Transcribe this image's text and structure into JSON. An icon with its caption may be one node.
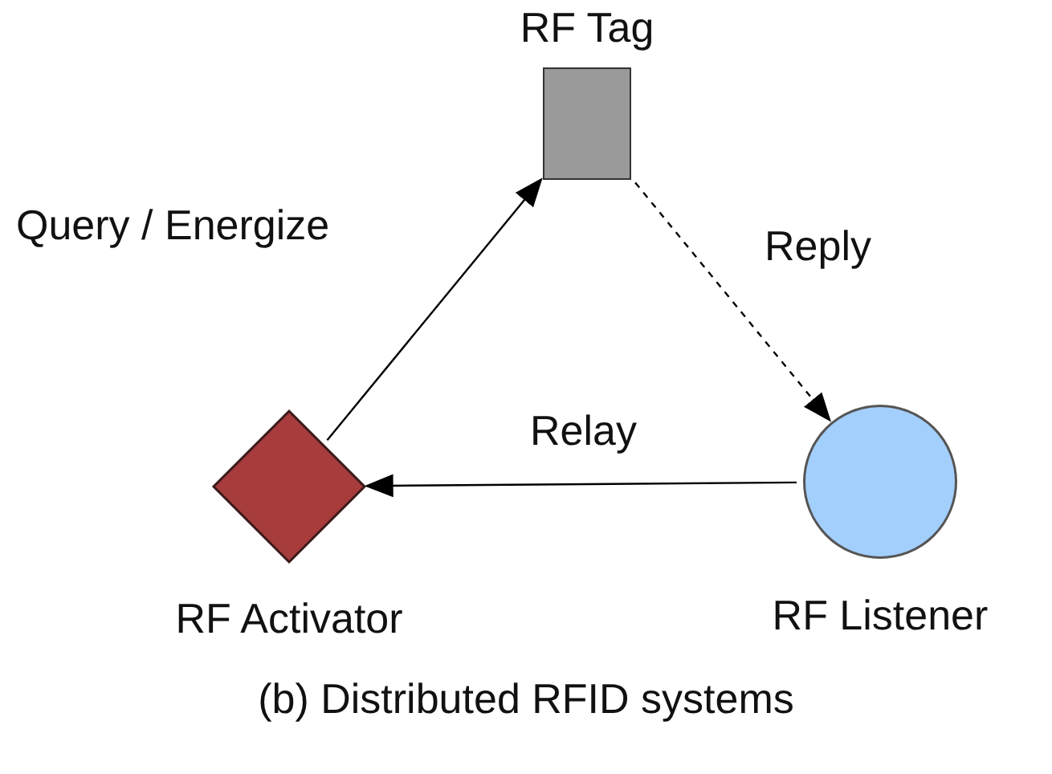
{
  "diagram": {
    "caption": "(b) Distributed RFID systems",
    "nodes": [
      {
        "text": [
          "RF Tag"
        ]
      },
      {
        "text": [
          "RF Activator"
        ]
      },
      {
        "text": [
          "RF Listener"
        ]
      }
    ],
    "edges": [
      {
        "from": 1,
        "to": 0,
        "arrow": "to",
        "label": "Query / Energize"
      },
      {
        "from": 0,
        "to": 2,
        "arrow": "to",
        "label": "Reply",
        "style": "dashed"
      },
      {
        "from": 2,
        "to": 1,
        "arrow": "to",
        "label": "Relay"
      }
    ]
  }
}
